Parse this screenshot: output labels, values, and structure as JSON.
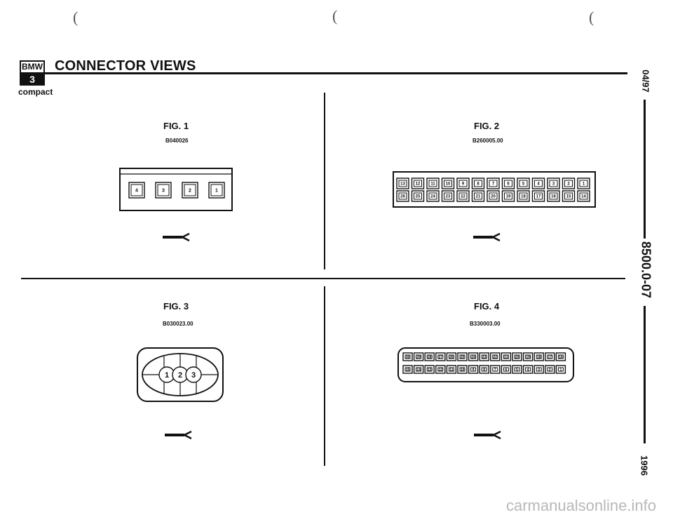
{
  "header": {
    "logo_top": "BMW",
    "logo_bottom": "3",
    "title": "CONNECTOR VIEWS",
    "subtitle": "compact"
  },
  "side_labels": {
    "date": "04/97",
    "doc_number": "8500.0-07",
    "year": "1996"
  },
  "figures": [
    {
      "title": "FIG. 1",
      "code": "B040026",
      "pins": [
        "4",
        "3",
        "2",
        "1"
      ]
    },
    {
      "title": "FIG. 2",
      "code": "B260005.00",
      "row1": [
        "13",
        "12",
        "11",
        "10",
        "9",
        "8",
        "7",
        "6",
        "5",
        "4",
        "3",
        "2",
        "1"
      ],
      "row2": [
        "26",
        "25",
        "24",
        "23",
        "22",
        "21",
        "20",
        "19",
        "18",
        "17",
        "16",
        "15",
        "14"
      ]
    },
    {
      "title": "FIG. 3",
      "code": "B030023.00",
      "pins": [
        "1",
        "2",
        "3"
      ]
    },
    {
      "title": "FIG. 4",
      "code": "B330003.00",
      "row1": [
        "30",
        "29",
        "28",
        "27",
        "26",
        "25",
        "24",
        "23",
        "22",
        "21",
        "20",
        "19",
        "18",
        "17",
        "16"
      ],
      "row2": [
        "15",
        "14",
        "13",
        "12",
        "11",
        "10",
        "9",
        "8",
        "7",
        "6",
        "5",
        "4",
        "3",
        "2",
        "1"
      ]
    }
  ],
  "watermark": "carmanualsonline.info"
}
